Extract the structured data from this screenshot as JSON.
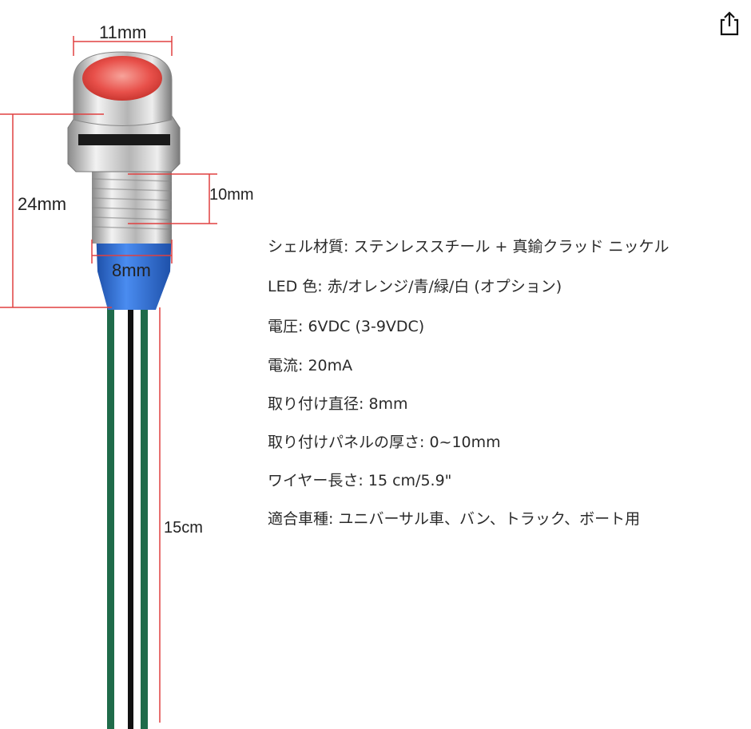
{
  "dimensions": {
    "head_diameter": "11mm",
    "total_height": "24mm",
    "thread_length": "10mm",
    "thread_diameter": "8mm",
    "wire_length": "15cm"
  },
  "specs": [
    "シェル材質: ステンレススチール + 真鍮クラッド ニッケル",
    "LED 色: 赤/オレンジ/青/緑/白 (オプション)",
    "電圧: 6VDC (3-9VDC)",
    "電流: 20mA",
    "取り付け直径: 8mm",
    "取り付けパネルの厚さ: 0~10mm",
    "ワイヤー長さ: 15 cm/5.9\"",
    "適合車種: ユニバーサル車、バン、トラック、ボート用"
  ],
  "colors": {
    "led": "#e8504a",
    "boot": "#2f6fd6",
    "wire_green": "#1f6b4a",
    "wire_black": "#111111",
    "dim_line": "#e04040"
  },
  "icons": {
    "share": "share-icon"
  }
}
